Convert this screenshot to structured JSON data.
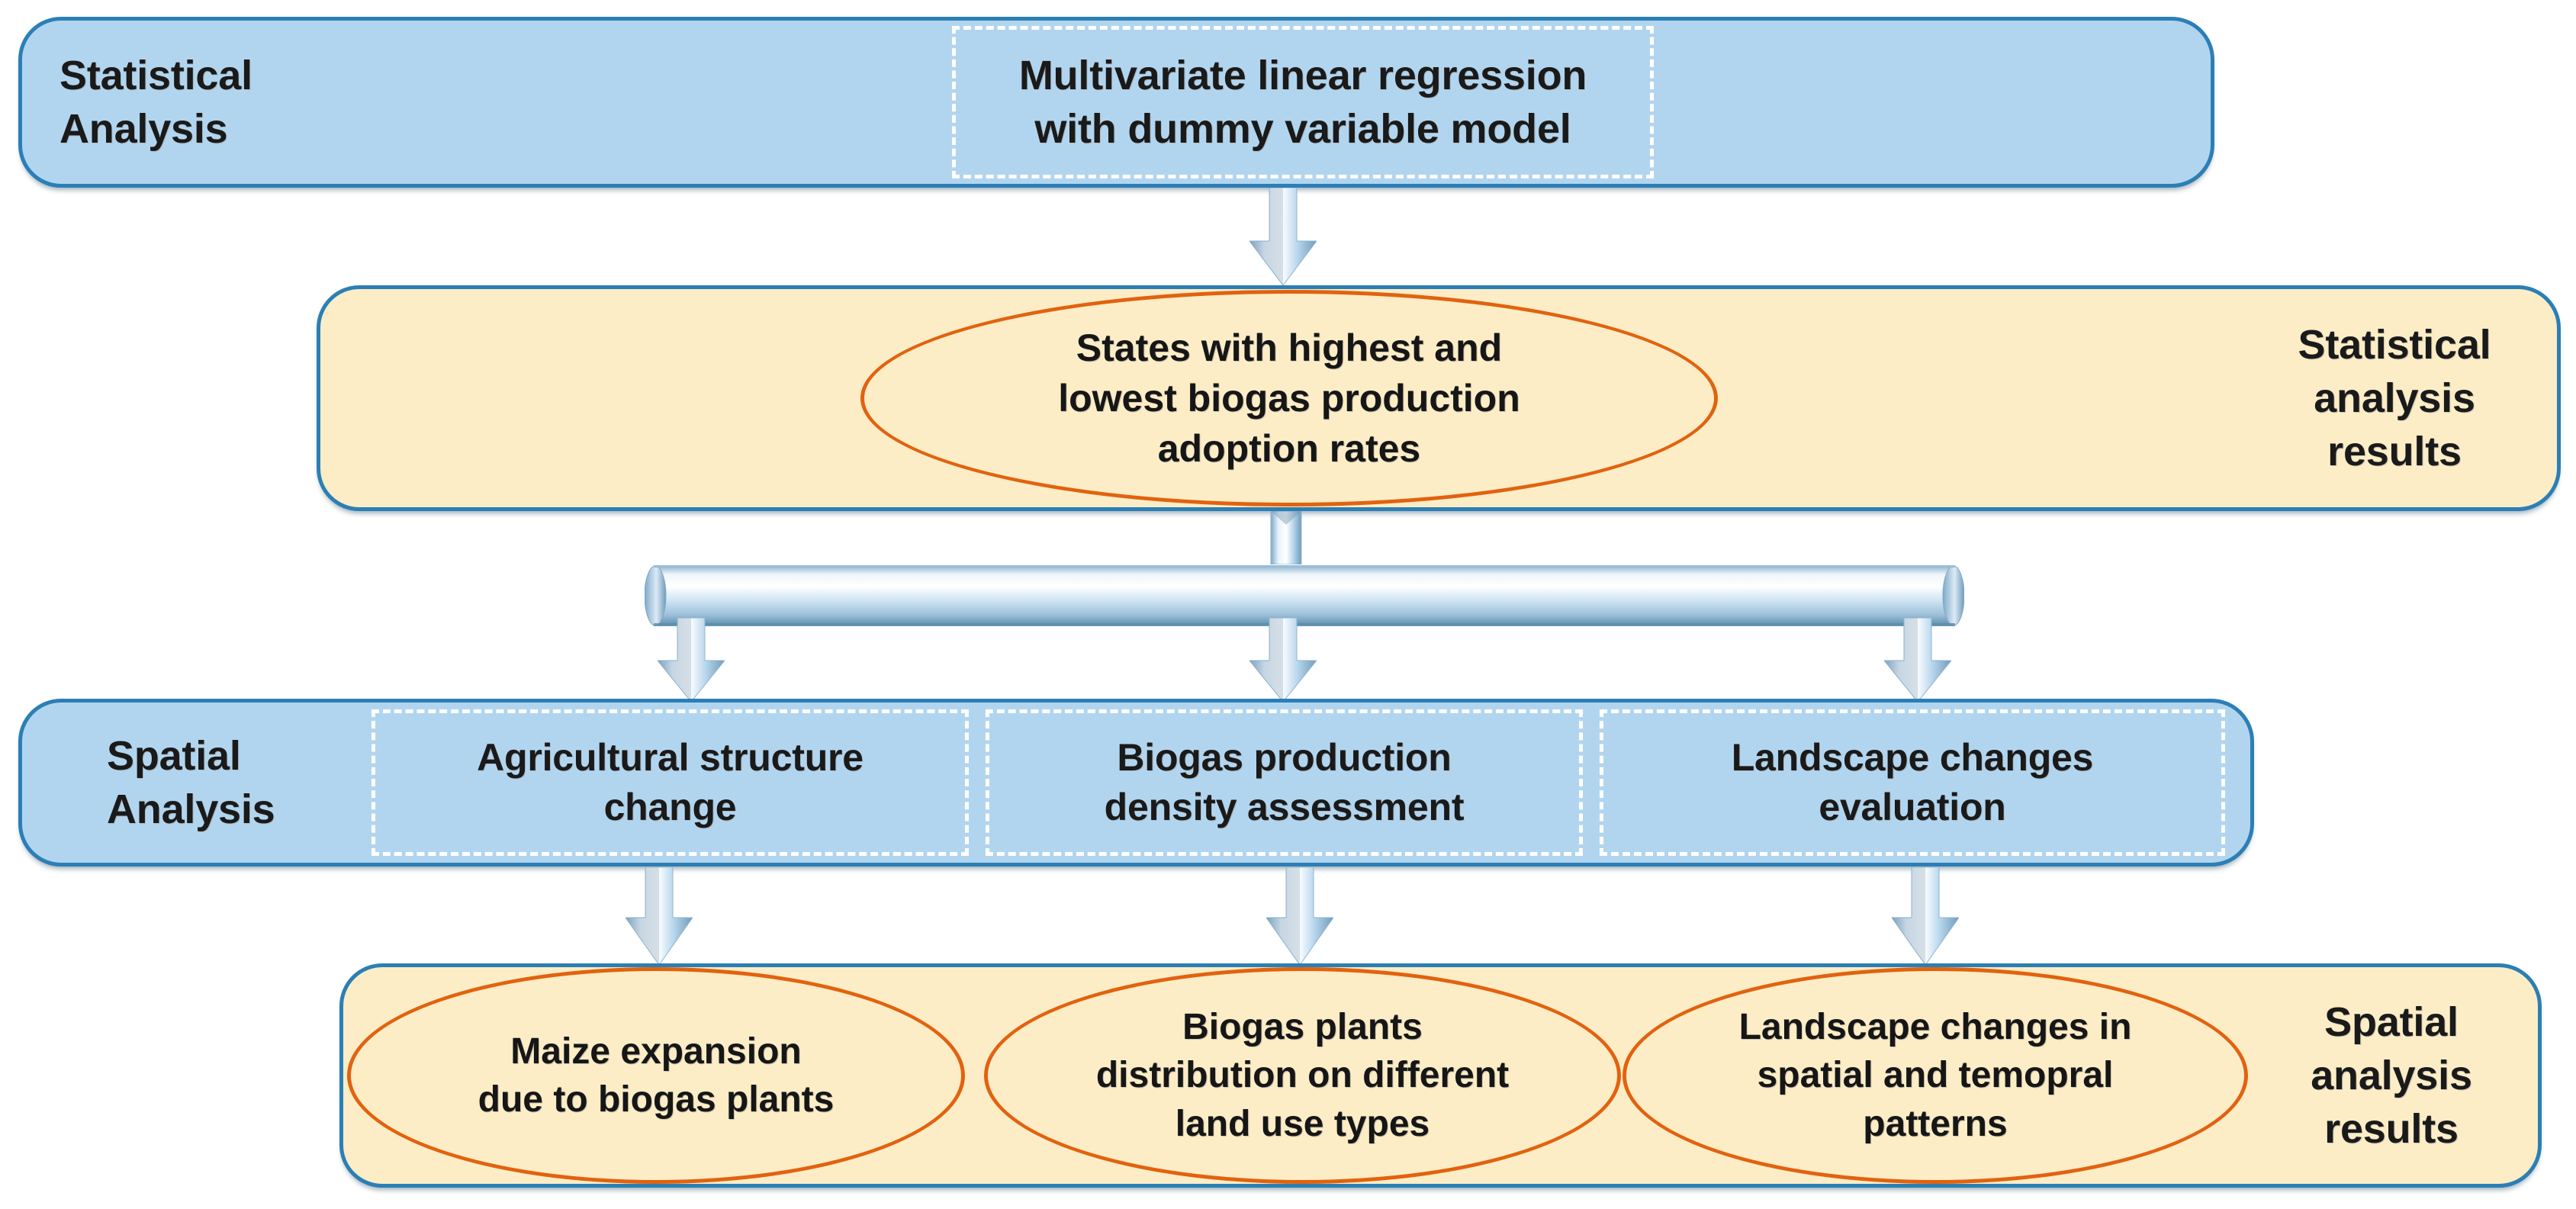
{
  "diagram": {
    "title": "Biogas study methodology flowchart",
    "colors": {
      "band_border": "#2b7fb5",
      "blue_fill": "#b2d5ef",
      "cream_fill": "#fcedc6",
      "ellipse_stroke": "#e2620f",
      "dash_border": "#ffffff",
      "arrow_fill": "#bcd9ef"
    },
    "rows": [
      {
        "id": "statistical-analysis",
        "stage_label": "Statistical\nAnalysis",
        "kind": "blue",
        "boxes": [
          {
            "id": "mlr-dummy",
            "label": "Multivariate linear regression\nwith dummy variable model"
          }
        ]
      },
      {
        "id": "statistical-results",
        "result_label": "Statistical\nanalysis\nresults",
        "kind": "cream",
        "ellipses": [
          {
            "id": "states-rates",
            "label": "States with highest and\nlowest biogas production\nadoption rates"
          }
        ]
      },
      {
        "id": "spatial-analysis",
        "stage_label": "Spatial\nAnalysis",
        "kind": "blue",
        "boxes": [
          {
            "id": "agri-structure",
            "label": "Agricultural structure\nchange"
          },
          {
            "id": "biogas-density",
            "label": "Biogas production\ndensity assessment"
          },
          {
            "id": "landscape-changes",
            "label": "Landscape changes\nevaluation"
          }
        ]
      },
      {
        "id": "spatial-results",
        "result_label": "Spatial\nanalysis\nresults",
        "kind": "cream",
        "ellipses": [
          {
            "id": "maize-expansion",
            "label": "Maize expansion\ndue to biogas plants"
          },
          {
            "id": "plants-distribution",
            "label": "Biogas plants\ndistribution on different\nland use types"
          },
          {
            "id": "landscape-patterns",
            "label": "Landscape changes in\nspatial and temopral\npatterns"
          }
        ]
      }
    ],
    "connectors": [
      {
        "id": "arrow-row1-to-row2",
        "type": "down-arrow-3d"
      },
      {
        "id": "split-bar-row2-to-row3",
        "type": "horizontal-bar-3d"
      },
      {
        "id": "arrow-split-left",
        "type": "down-arrow-3d"
      },
      {
        "id": "arrow-split-center",
        "type": "down-arrow-3d"
      },
      {
        "id": "arrow-split-right",
        "type": "down-arrow-3d"
      },
      {
        "id": "arrow-row3-to-row4-left",
        "type": "down-arrow-3d"
      },
      {
        "id": "arrow-row3-to-row4-center",
        "type": "down-arrow-3d"
      },
      {
        "id": "arrow-row3-to-row4-right",
        "type": "down-arrow-3d"
      }
    ]
  }
}
